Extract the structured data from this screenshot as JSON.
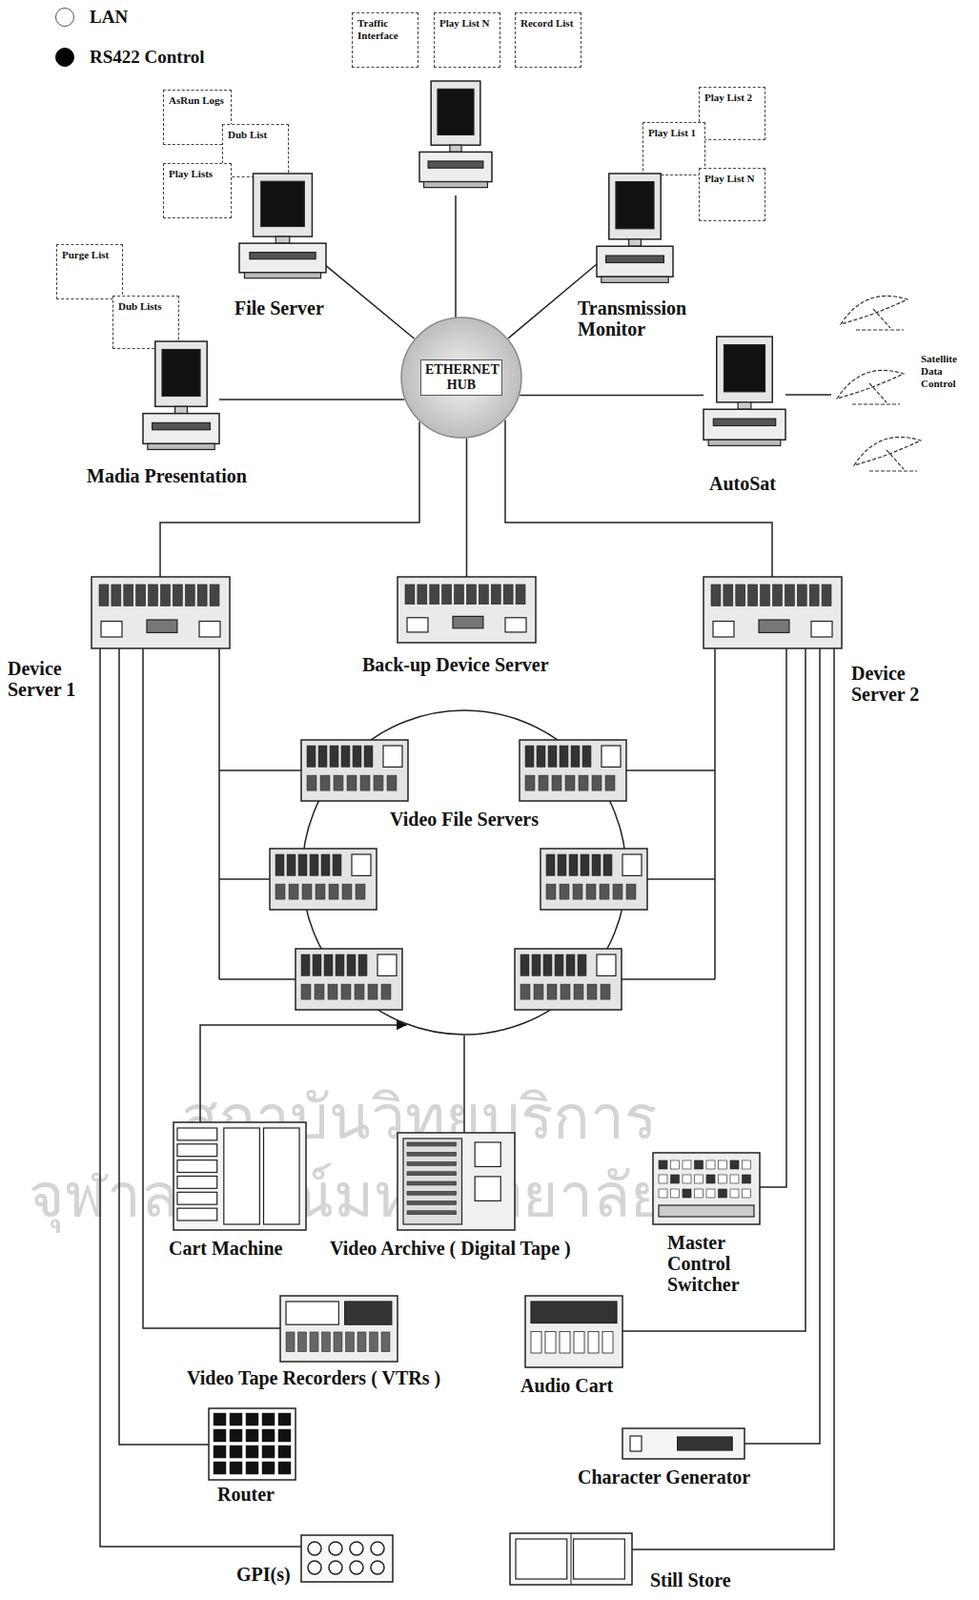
{
  "diagram": {
    "nodes": [
      {
        "text": [
          "Traffic Interface"
        ]
      },
      {
        "text": [
          "Play List N"
        ]
      },
      {
        "text": [
          "Record List"
        ]
      },
      {
        "text": [
          "AsRun Logs"
        ]
      },
      {
        "text": [
          "Dub List"
        ]
      },
      {
        "text": [
          "Play Lists"
        ]
      },
      {
        "text": [
          "File Server"
        ]
      },
      {
        "text": [
          "Play List 2"
        ]
      },
      {
        "text": [
          "Play List 1"
        ]
      },
      {
        "text": [
          "Play List N"
        ]
      },
      {
        "text": [
          "Transmission Monitor"
        ]
      },
      {
        "text": [
          "Purge List"
        ]
      },
      {
        "text": [
          "Dub Lists"
        ]
      },
      {
        "text": [
          "Madia Presentation"
        ]
      },
      {
        "text": [
          "ETHERNET HUB"
        ]
      },
      {
        "text": [
          "AutoSat"
        ]
      },
      {
        "text": [
          "Device Server 1"
        ]
      },
      {
        "text": [
          "Back-up Device Server"
        ]
      },
      {
        "text": [
          "Device Server 2"
        ]
      },
      {
        "text": [
          "Video File Servers"
        ]
      },
      {
        "text": [
          "Cart Machine"
        ]
      },
      {
        "text": [
          "Video Archive ( Digital Tape )"
        ]
      },
      {
        "text": [
          "Master Control Switcher"
        ]
      },
      {
        "text": [
          "Video Tape Recorders ( VTRs )"
        ]
      },
      {
        "text": [
          "Audio Cart"
        ]
      },
      {
        "text": [
          "Router"
        ]
      },
      {
        "text": [
          "Character Generator"
        ]
      },
      {
        "text": [
          "GPI(s)"
        ]
      },
      {
        "text": [
          "Still Store"
        ]
      }
    ],
    "edges": [
      {
        "from": 14,
        "to": 6,
        "arrow": "none"
      },
      {
        "from": 14,
        "to": 10,
        "arrow": "none"
      },
      {
        "from": 14,
        "to": 13,
        "arrow": "none"
      },
      {
        "from": 14,
        "to": 15,
        "arrow": "none"
      },
      {
        "from": 14,
        "to": 16,
        "arrow": "none"
      },
      {
        "from": 14,
        "to": 17,
        "arrow": "none"
      },
      {
        "from": 14,
        "to": 18,
        "arrow": "none"
      },
      {
        "from": 16,
        "to": 23,
        "arrow": "none"
      },
      {
        "from": 16,
        "to": 25,
        "arrow": "none"
      },
      {
        "from": 16,
        "to": 27,
        "arrow": "none"
      },
      {
        "from": 18,
        "to": 22,
        "arrow": "none"
      },
      {
        "from": 18,
        "to": 24,
        "arrow": "none"
      },
      {
        "from": 18,
        "to": 26,
        "arrow": "none"
      },
      {
        "from": 18,
        "to": 28,
        "arrow": "none"
      },
      {
        "from": 20,
        "to": 19,
        "arrow": "to"
      },
      {
        "from": 21,
        "to": 19,
        "arrow": "none"
      }
    ],
    "labels": [
      "Satellite Data Control",
      "สถาบันวิทยบริการ",
      "จุฬาลงกรณ์มหาวิทยาลัย"
    ],
    "legend": [
      {
        "text": "LAN"
      },
      {
        "text": "RS422 Control",
        "color": "#000000"
      }
    ]
  }
}
